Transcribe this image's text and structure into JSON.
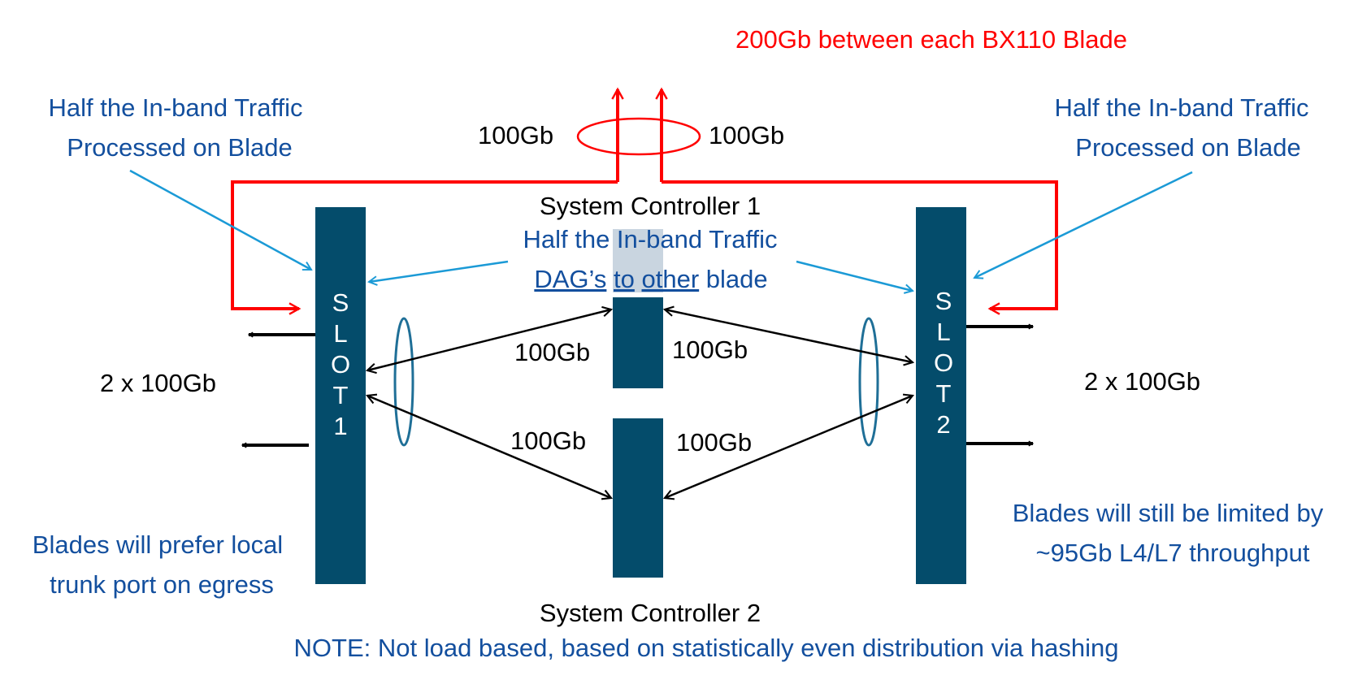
{
  "colors": {
    "slot": "#044c6b",
    "red": "#ff0000",
    "blue_text": "#134f9e",
    "arrow_blue": "#1b9ad6",
    "ring_blue": "#1f6f97",
    "highlight": "#c9d5e0",
    "black": "#000000"
  },
  "header": {
    "red_label": "200Gb between each BX110 Blade",
    "bw_left": "100Gb",
    "bw_right": "100Gb"
  },
  "notes": {
    "left_top": [
      "Half the In-band Traffic",
      "Processed on Blade"
    ],
    "right_top": [
      "Half the In-band Traffic",
      "Processed on Blade"
    ],
    "center_dag_line1": "Half the In-band Traffic",
    "center_dag_word1": "DAG’s",
    "center_dag_word2": "to",
    "center_dag_word3": "other",
    "center_dag_word4": "blade",
    "left_bottom": [
      "Blades will prefer local",
      "trunk port on egress"
    ],
    "right_bottom": [
      "Blades will still be limited by",
      "~95Gb L4/L7 throughput"
    ],
    "footer": "NOTE: Not load based, based on statistically even distribution via hashing"
  },
  "controllers": {
    "sc1": "System Controller 1",
    "sc2": "System Controller 2"
  },
  "slots": {
    "slot1": [
      "S",
      "L",
      "O",
      "T",
      "1"
    ],
    "slot2": [
      "S",
      "L",
      "O",
      "T",
      "2"
    ]
  },
  "links": {
    "upper_left": "100Gb",
    "upper_right": "100Gb",
    "lower_left": "100Gb",
    "lower_right": "100Gb",
    "trunk_left": "2 x 100Gb",
    "trunk_right": "2 x 100Gb"
  }
}
